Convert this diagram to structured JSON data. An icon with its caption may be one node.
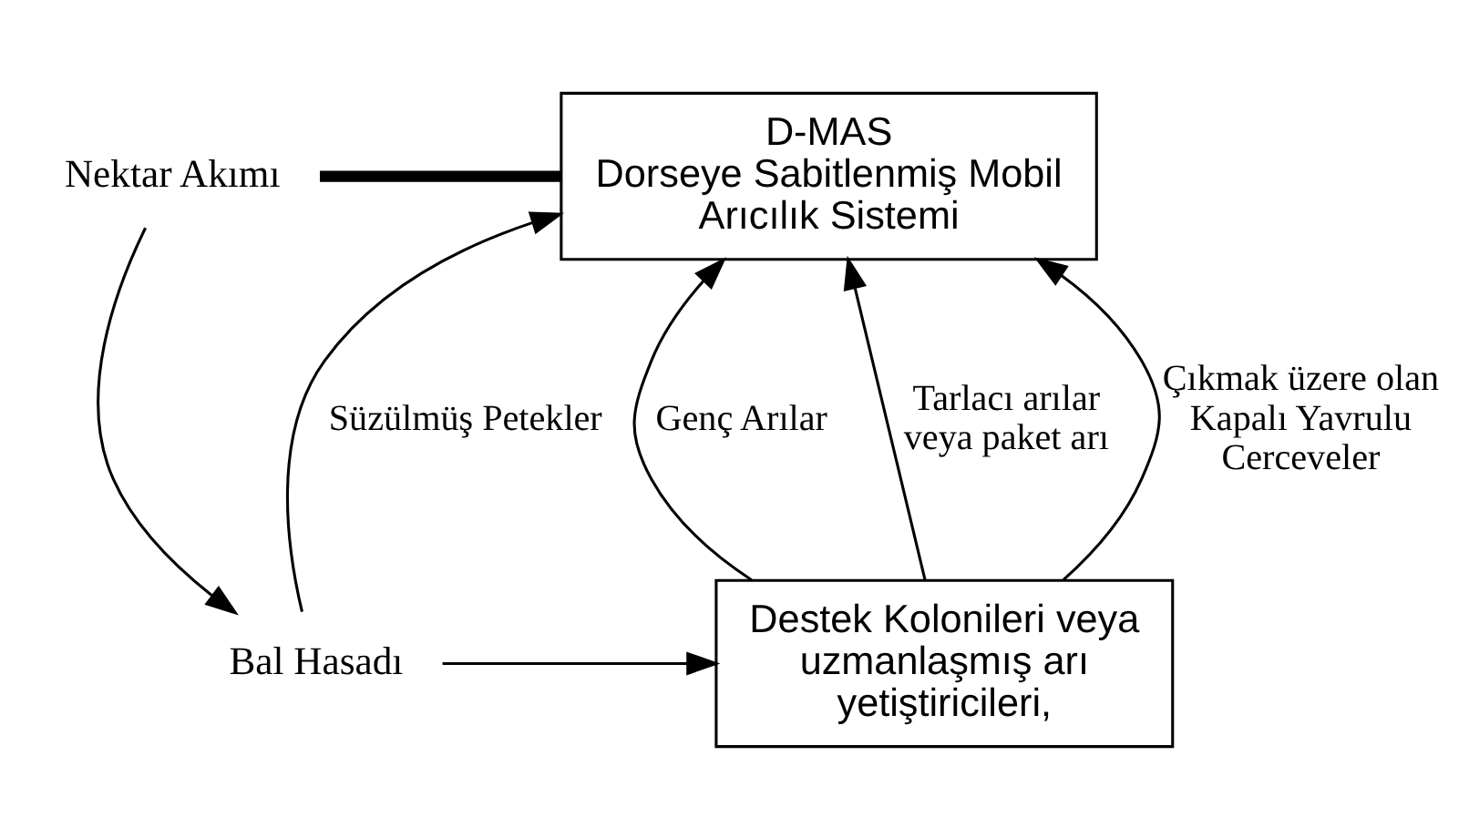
{
  "diagram": {
    "nodes": [
      {
        "text": [
          "D-MAS",
          "Dorseye Sabitlenmiş Mobil Arıcılık Sistemi"
        ]
      },
      {
        "text": [
          "Nektar Akımı"
        ]
      },
      {
        "text": [
          "Bal Hasadı"
        ]
      },
      {
        "text": [
          "Destek Kolonileri veya uzmanlaşmış arı yetiştiricileri,"
        ]
      }
    ],
    "edges": [
      {
        "from": 1,
        "to": 0,
        "arrow": "none",
        "style": "thick"
      },
      {
        "from": 1,
        "to": 2,
        "arrow": "to"
      },
      {
        "from": 2,
        "to": 0,
        "arrow": "to",
        "label": "Süzülmüş Petekler"
      },
      {
        "from": 2,
        "to": 3,
        "arrow": "to"
      },
      {
        "from": 3,
        "to": 0,
        "arrow": "to",
        "label": "Genç Arılar"
      },
      {
        "from": 3,
        "to": 0,
        "arrow": "to",
        "label": "Tarlacı arılar veya paket arı"
      },
      {
        "from": 3,
        "to": 0,
        "arrow": "to",
        "label": "Çıkmak üzere olan Kapalı Yavrulu Cerceveler"
      }
    ]
  }
}
